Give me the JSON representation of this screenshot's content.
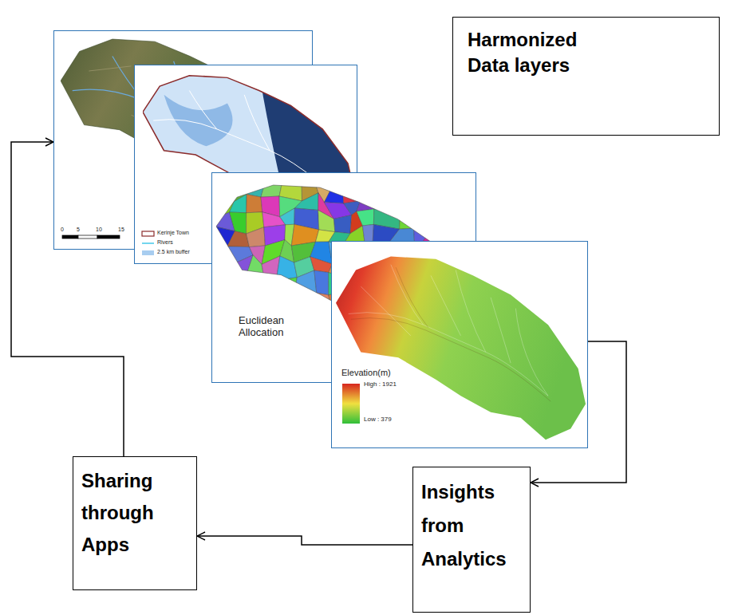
{
  "diagram": {
    "nodes": [
      {
        "text": [
          "0",
          "5",
          "10",
          "15"
        ]
      },
      {
        "text": [
          "Harmonized Data layers"
        ]
      },
      {
        "text": [
          "Kerinje Town",
          "Rivers",
          "2.5 km buffer"
        ]
      },
      {
        "text": [
          "Euclidean Allocation"
        ]
      },
      {
        "text": [
          "Elevation(m)",
          "High : 1921",
          "Low : 379"
        ]
      },
      {
        "text": [
          "Sharing through Apps"
        ]
      },
      {
        "text": [
          "Insights from Analytics"
        ]
      }
    ],
    "edges": [
      {
        "from": 4,
        "to": 6,
        "arrow": "to"
      },
      {
        "from": 6,
        "to": 5,
        "arrow": "to"
      },
      {
        "from": 5,
        "to": 0,
        "arrow": "to"
      }
    ]
  }
}
